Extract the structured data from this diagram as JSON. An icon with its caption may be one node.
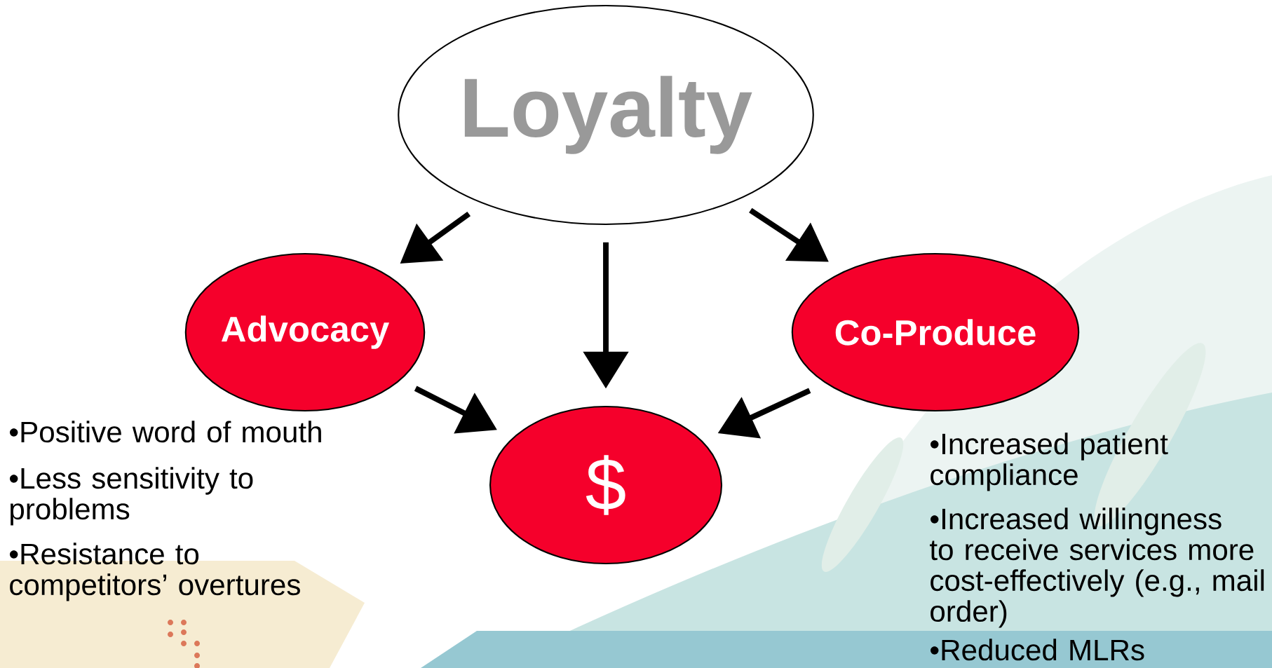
{
  "diagram": {
    "nodes": [
      {
        "text": [
          "Loyalty"
        ]
      },
      {
        "text": [
          "Advocacy"
        ]
      },
      {
        "text": [
          "$"
        ]
      },
      {
        "text": [
          "Co-Produce"
        ]
      }
    ],
    "edges": [
      {
        "from": 0,
        "to": 1,
        "arrow": "to"
      },
      {
        "from": 0,
        "to": 2,
        "arrow": "to"
      },
      {
        "from": 0,
        "to": 3,
        "arrow": "to"
      },
      {
        "from": 1,
        "to": 2,
        "arrow": "to"
      },
      {
        "from": 3,
        "to": 2,
        "arrow": "to"
      }
    ],
    "labels": [
      "•Positive word of mouth",
      "•Less sensitivity to problems",
      "•Resistance to competitors’ overtures",
      "•Increased patient compliance",
      "•Increased willingness to receive services more cost-effectively (e.g., mail order)",
      "•Reduced MLRs"
    ]
  }
}
